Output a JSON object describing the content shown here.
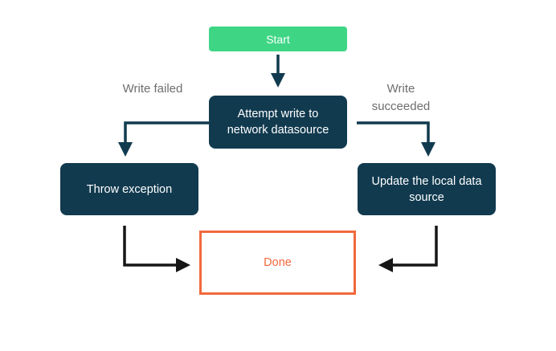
{
  "colors": {
    "background": "#ffffff",
    "navy": "#113a4f",
    "green": "#3ed685",
    "orange": "#f2683c",
    "label_gray": "#6e6e6e",
    "arrow_black": "#161616"
  },
  "nodes": {
    "start": {
      "label": "Start"
    },
    "attempt": {
      "label": "Attempt write to network datasource"
    },
    "throw_exception": {
      "label": "Throw exception"
    },
    "update_local": {
      "label": "Update the local data source"
    },
    "done": {
      "label": "Done"
    }
  },
  "edges": {
    "failed_label": "Write failed",
    "succeeded_label": "Write succeeded"
  }
}
